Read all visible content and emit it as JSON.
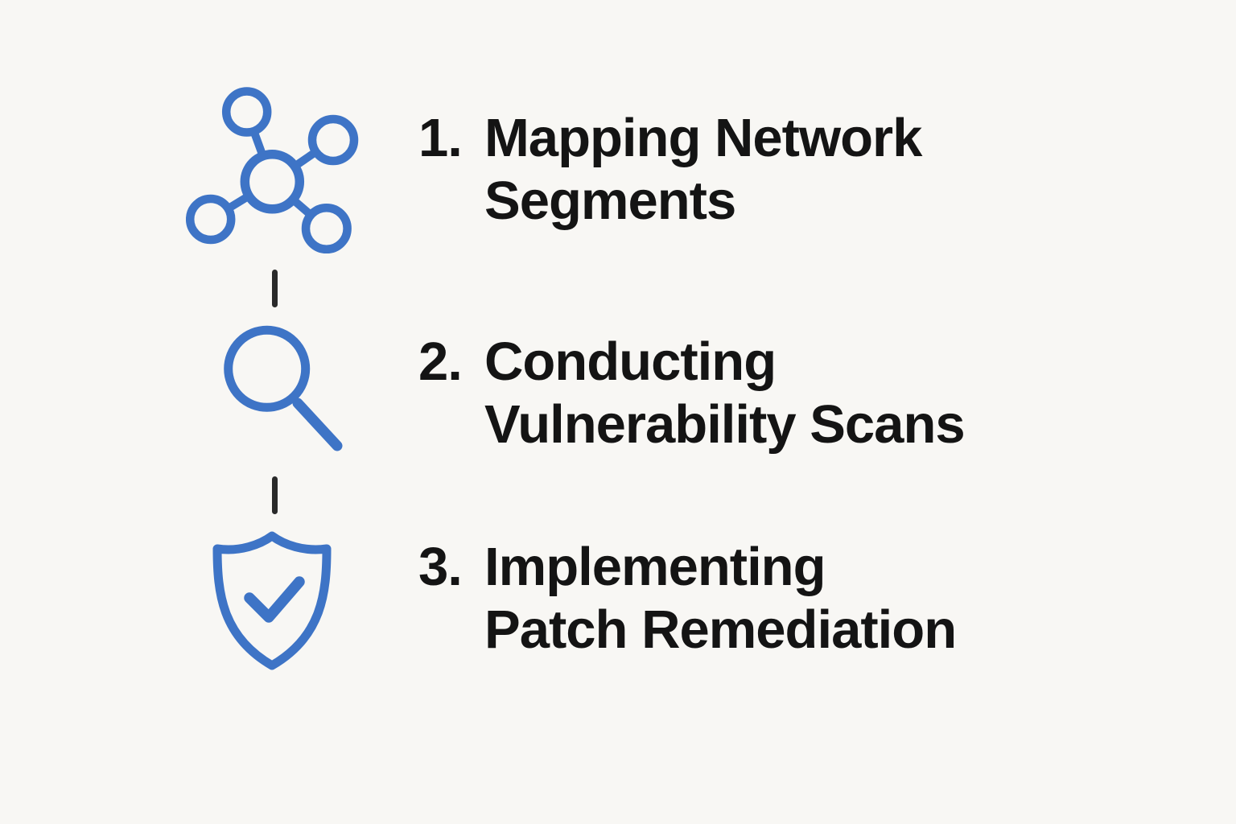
{
  "canvas": {
    "background": "#f8f7f4",
    "accent": "#3e74c6",
    "text_color": "#141414",
    "connector_color": "#2a2a2a"
  },
  "steps": [
    {
      "number": "1.",
      "lines": [
        "Mapping Network",
        "Segments"
      ],
      "icon": "network-nodes-icon"
    },
    {
      "number": "2.",
      "lines": [
        "Conducting",
        "Vulnerability Scans"
      ],
      "icon": "magnifying-glass-icon"
    },
    {
      "number": "3.",
      "lines": [
        "Implementing",
        "Patch Remediation"
      ],
      "icon": "shield-check-icon"
    }
  ]
}
